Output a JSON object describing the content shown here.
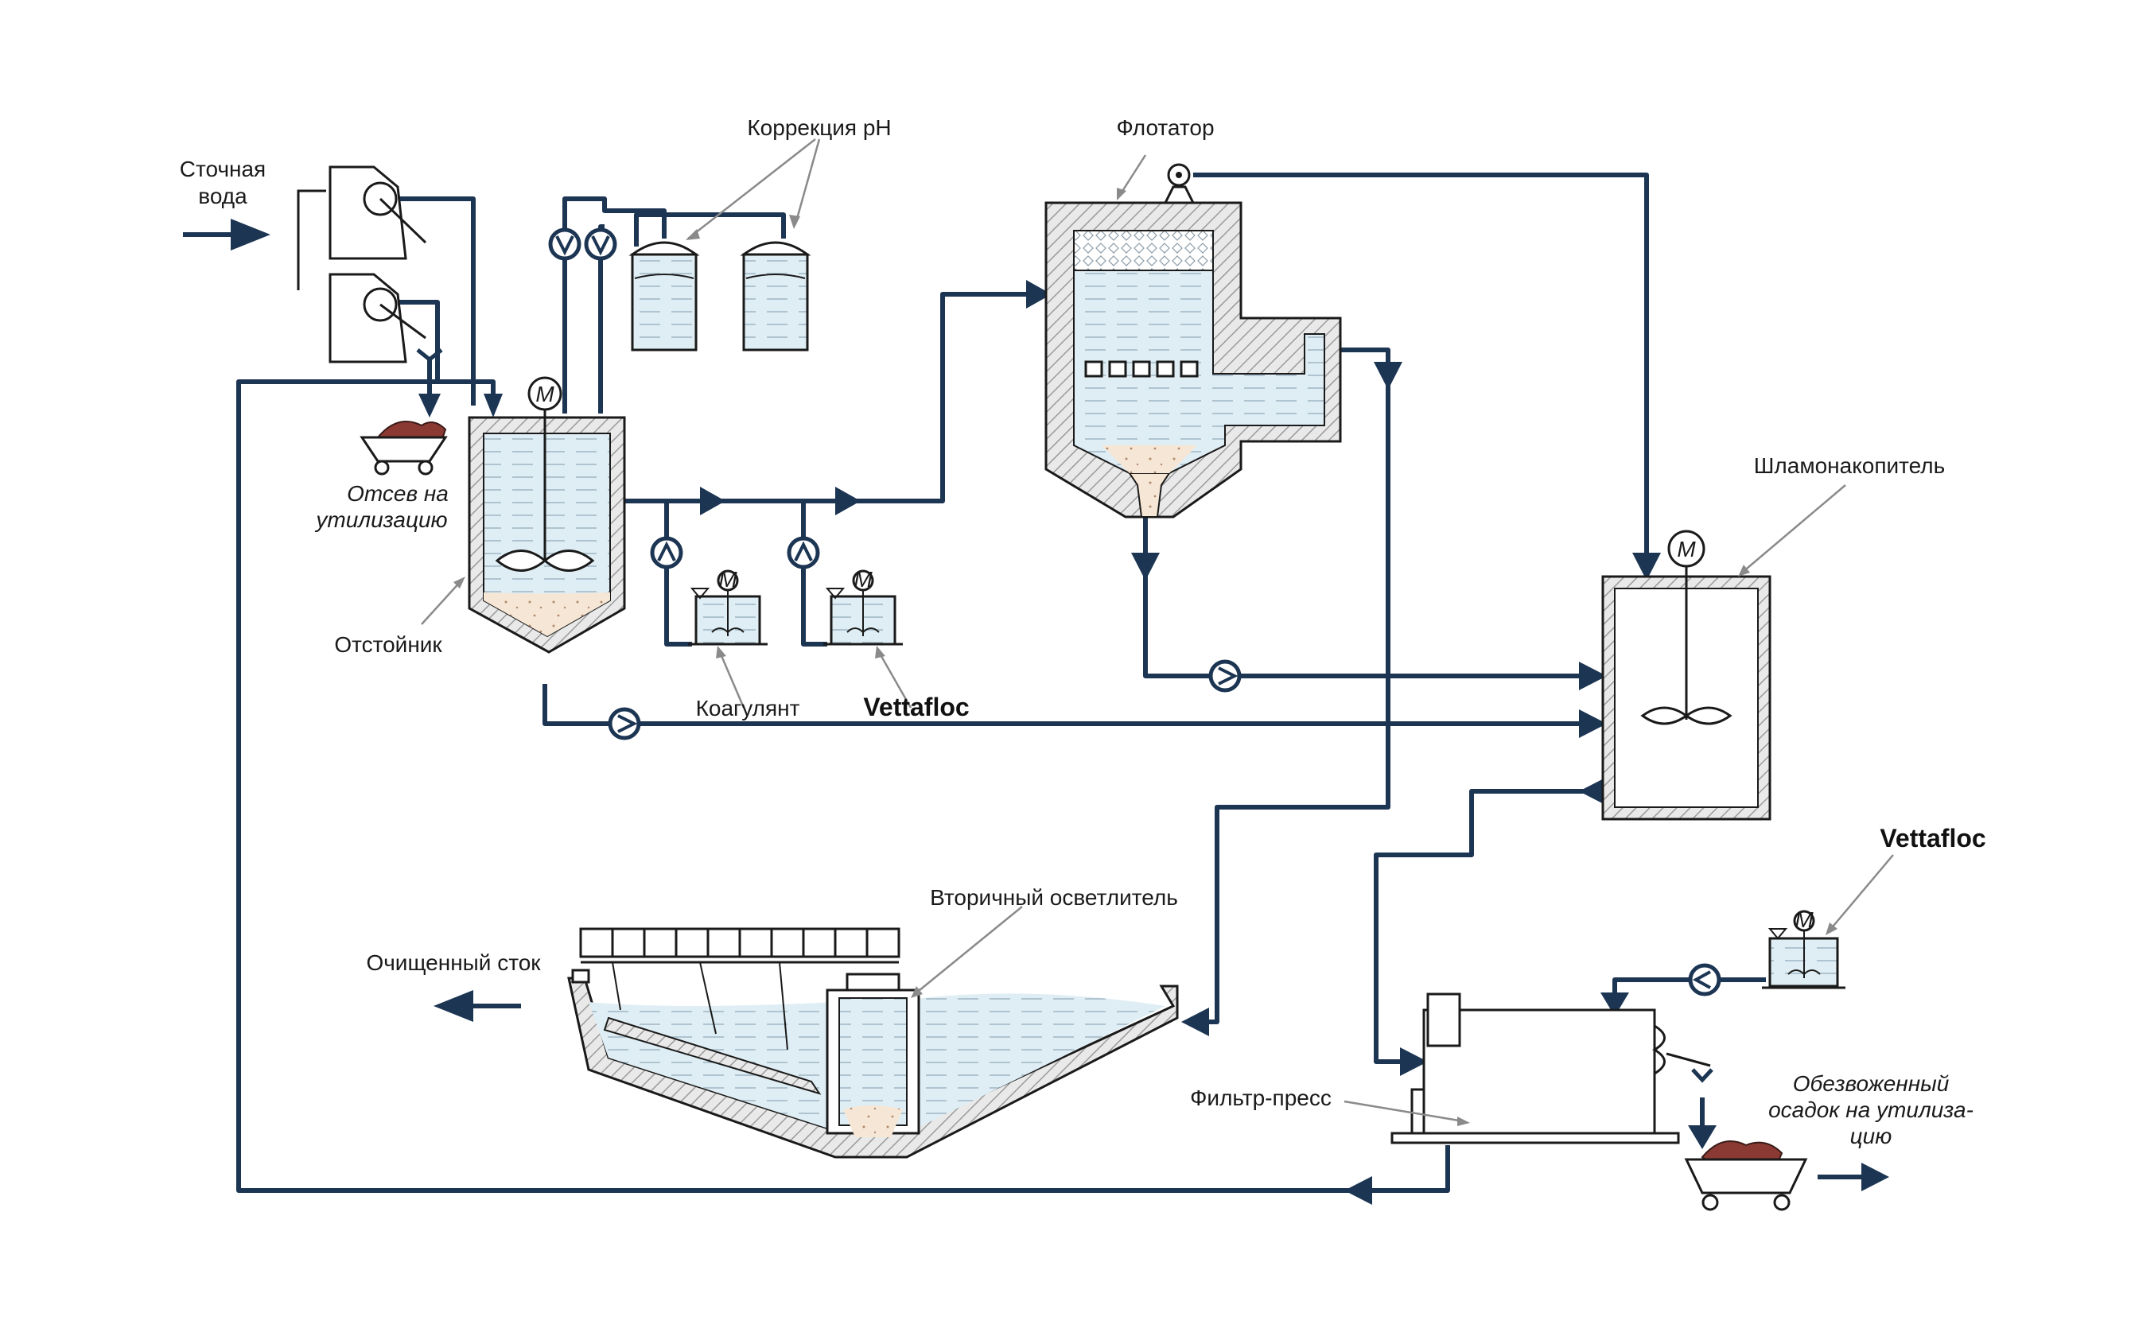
{
  "labels": {
    "wastewater_line1": "Сточная",
    "wastewater_line2": "вода",
    "ph_correction": "Коррекция pH",
    "flotator": "Флотатор",
    "sludge_tank": "Шламонакопитель",
    "screenings_line1": "Отсев на",
    "screenings_line2": "утилизацию",
    "settler": "Отстойник",
    "coagulant": "Коагулянт",
    "vettafloc_1": "Vettafloc",
    "vettafloc_2": "Vettafloc",
    "secondary_clarifier": "Вторичный осветлитель",
    "treated_effluent": "Очищенный сток",
    "filter_press": "Фильтр-пресс",
    "dewatered_line1": "Обезвоженный",
    "dewatered_line2": "осадок на утилиза-",
    "dewatered_line3": "цию"
  },
  "motor_symbol": "M",
  "colors": {
    "pipe": "#1c3553",
    "water": "#dfeef4",
    "sludge": "#f6e6d6",
    "cake": "#8b3a33",
    "foam": "#e9f1f5"
  }
}
